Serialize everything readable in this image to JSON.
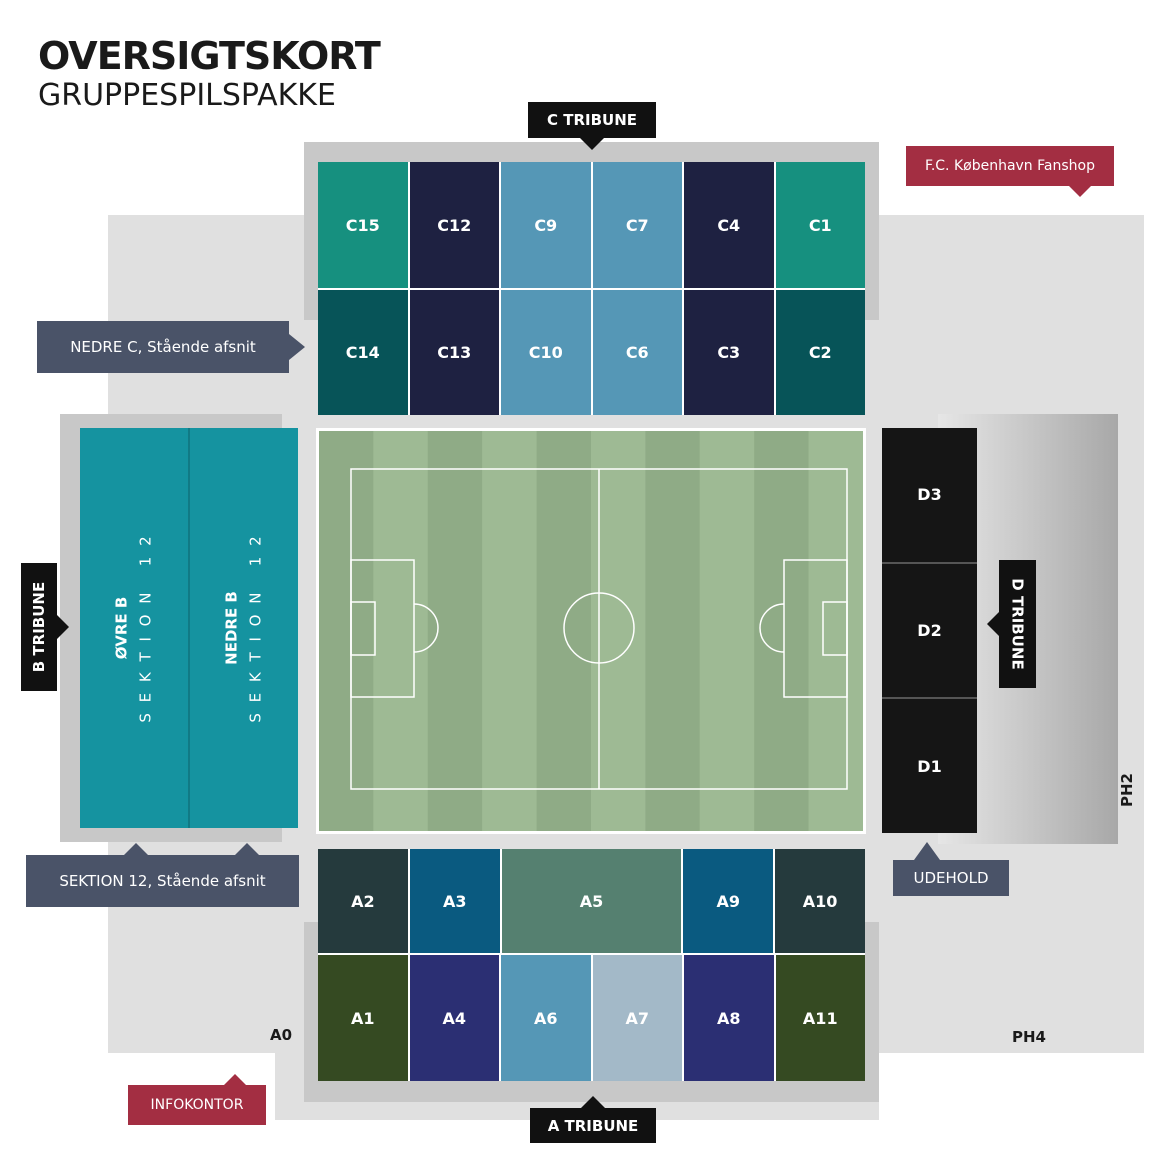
{
  "title": "OVERSIGTSKORT",
  "subtitle": "GRUPPESPILSPAKKE",
  "stands": {
    "c": "C TRIBUNE",
    "a": "A TRIBUNE",
    "b": "B TRIBUNE",
    "d": "D TRIBUNE"
  },
  "callouts": {
    "fanshop": "F.C. København Fanshop",
    "nedre_c": "NEDRE C, Stående afsnit",
    "sektion12": "SEKTION 12, Stående afsnit",
    "udehold": "UDEHOLD",
    "infokontor": "INFOKONTOR"
  },
  "gates": {
    "a0": "A0",
    "ph4": "PH4",
    "ph2": "PH2"
  },
  "c_upper": [
    "C15",
    "C12",
    "C9",
    "C7",
    "C4",
    "C1"
  ],
  "c_lower": [
    "C14",
    "C13",
    "C10",
    "C6",
    "C3",
    "C2"
  ],
  "a_upper": [
    "A2",
    "A3",
    "A5",
    "A9",
    "A10"
  ],
  "a_lower": [
    "A1",
    "A4",
    "A6",
    "A7",
    "A8",
    "A11"
  ],
  "d_sections": [
    "D3",
    "D2",
    "D1"
  ],
  "b_sections": {
    "ovre_name": "ØVRE B",
    "ovre_sek": "S E K T I O N   1 2",
    "nedre_name": "NEDRE B",
    "nedre_sek": "S E K T I O N   1 2"
  },
  "colors": {
    "teal": "#16907f",
    "dark_teal": "#075458",
    "navy": "#1e2141",
    "light_blue": "#5597b6",
    "b_teal": "#1593a0",
    "d_black": "#151515",
    "a_darkslate": "#253a3d",
    "a_blue": "#0a5a80",
    "a_green": "#558070",
    "a_olive": "#354a22",
    "a_indigo": "#2b2f73",
    "a_pale": "#a3b9c8",
    "pitch_light": "#9eba94",
    "pitch_dark": "#8fab86"
  }
}
